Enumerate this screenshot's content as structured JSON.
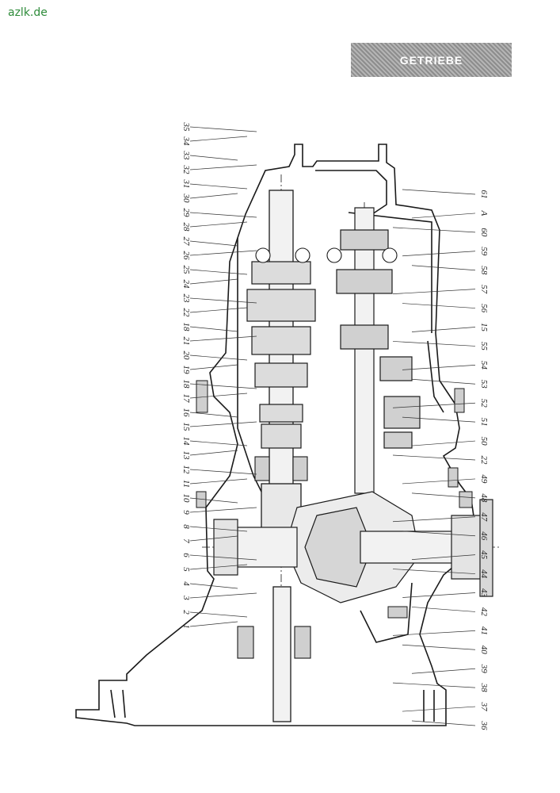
{
  "site": {
    "name": "azlk.de"
  },
  "section": {
    "title": "GETRIEBE"
  },
  "callouts": {
    "left": [
      "1",
      "2",
      "3",
      "4",
      "5",
      "6",
      "7",
      "8",
      "9",
      "10",
      "11",
      "12",
      "13",
      "14",
      "15",
      "16",
      "17",
      "18",
      "19",
      "20",
      "21",
      "18",
      "22",
      "23",
      "24",
      "25",
      "26",
      "27",
      "28",
      "29",
      "30",
      "31",
      "32",
      "33",
      "34",
      "35"
    ],
    "right": [
      "36",
      "37",
      "38",
      "39",
      "40",
      "41",
      "42",
      "43",
      "44",
      "45",
      "46",
      "47",
      "48",
      "49",
      "22",
      "50",
      "51",
      "52",
      "53",
      "54",
      "55",
      "15",
      "56",
      "57",
      "58",
      "59",
      "60",
      "A",
      "61"
    ]
  }
}
